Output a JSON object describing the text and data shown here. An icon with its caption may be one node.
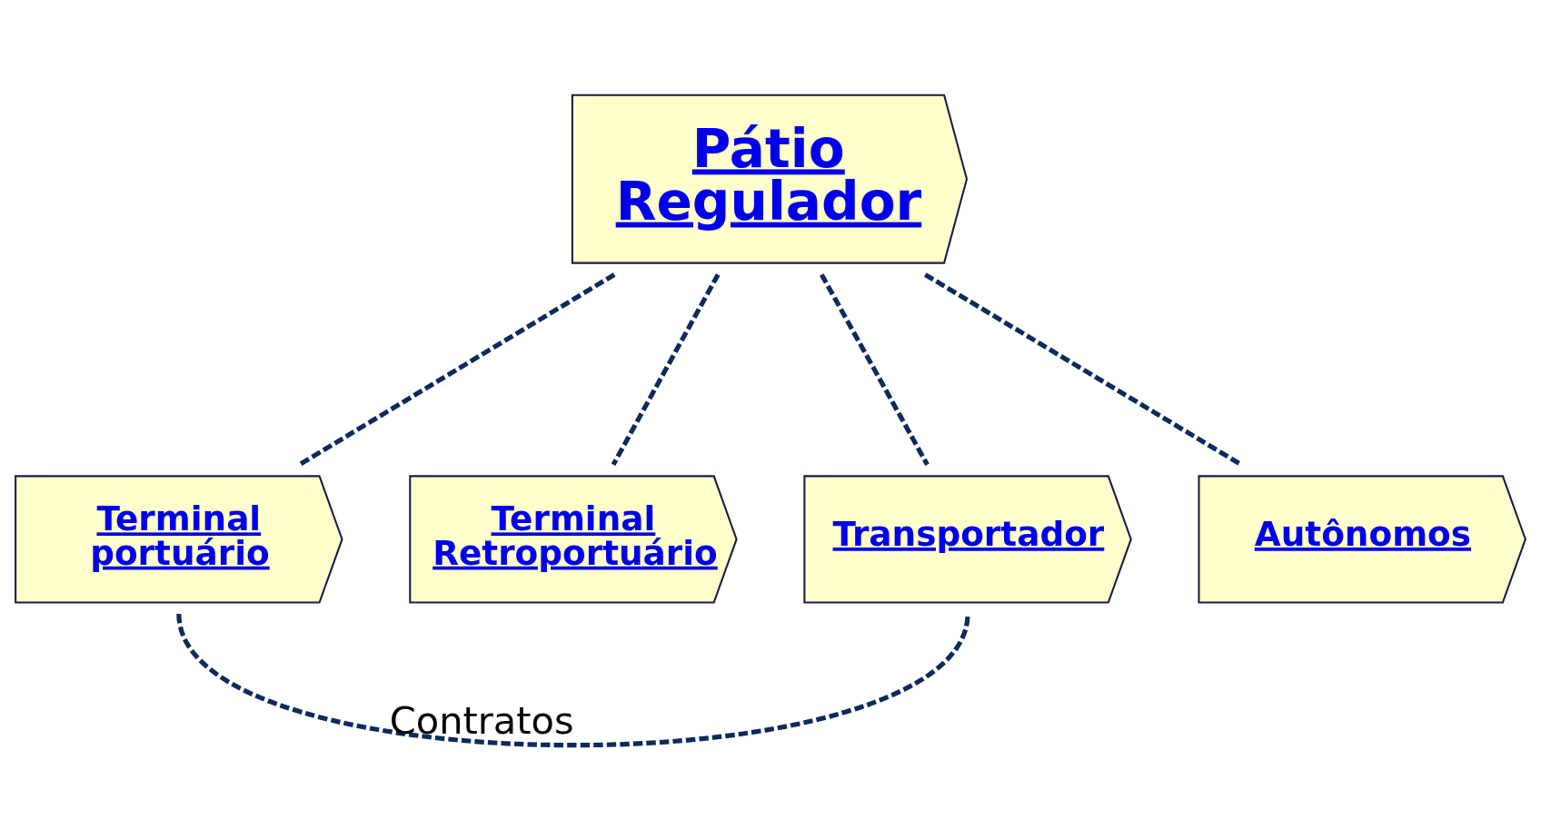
{
  "diagram": {
    "nodes": [
      {
        "text": [
          "Pátio Regulador"
        ]
      },
      {
        "text": [
          "Terminal portuário"
        ]
      },
      {
        "text": [
          "Terminal Retroportuário"
        ]
      },
      {
        "text": [
          "Transportador"
        ]
      },
      {
        "text": [
          "Autônomos"
        ]
      }
    ],
    "edges": [
      {
        "from": 0,
        "to": 1,
        "arrow": "none",
        "style": "dashed"
      },
      {
        "from": 0,
        "to": 2,
        "arrow": "none",
        "style": "dashed"
      },
      {
        "from": 0,
        "to": 3,
        "arrow": "none",
        "style": "dashed"
      },
      {
        "from": 0,
        "to": 4,
        "arrow": "none",
        "style": "dashed"
      },
      {
        "from": 1,
        "to": 3,
        "arrow": "none",
        "style": "dashed",
        "label": "Contratos"
      }
    ]
  }
}
